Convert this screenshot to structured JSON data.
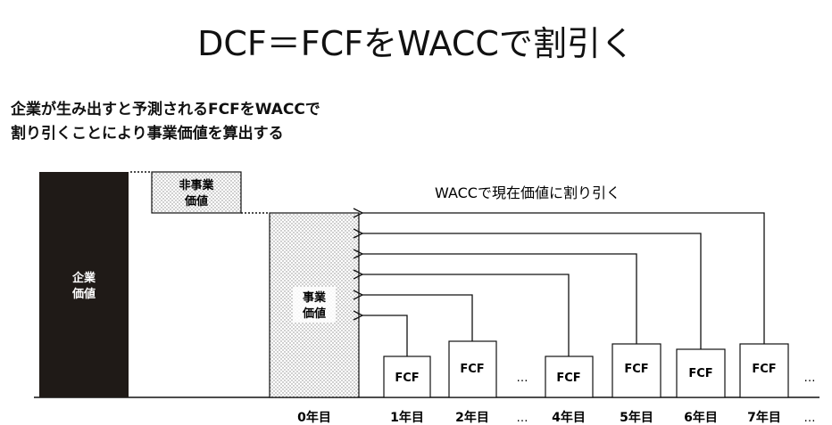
{
  "title": "DCF＝FCFをWACCで割引く",
  "subtitle_lines": [
    "企業が生み出すと予測されるFCFをWACCで",
    "割り引くことにより事業価値を算出する"
  ],
  "enterprise_value": {
    "line1": "企業",
    "line2": "価値"
  },
  "non_business_value": {
    "line1": "非事業",
    "line2": "価値"
  },
  "business_value": {
    "line1": "事業",
    "line2": "価値"
  },
  "discount_label": "WACCで現在価値に割り引く",
  "fcf_label": "FCF",
  "ellipsis": "…",
  "year_labels": [
    "0年目",
    "1年目",
    "2年目",
    "4年目",
    "5年目",
    "6年目",
    "7年目"
  ],
  "colors": {
    "enterprise_fill": "#1f1a17",
    "stroke": "#111111",
    "dots": "#8a8a8a"
  }
}
